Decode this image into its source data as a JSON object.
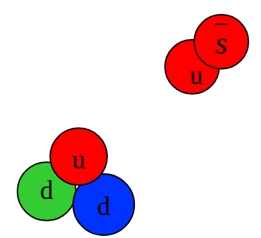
{
  "diagram": {
    "nodes": [
      {
        "text": [
          "u"
        ]
      },
      {
        "text": [
          "s"
        ]
      },
      {
        "text": [
          "u"
        ]
      },
      {
        "text": [
          "d"
        ]
      },
      {
        "text": [
          "d"
        ]
      }
    ]
  }
}
